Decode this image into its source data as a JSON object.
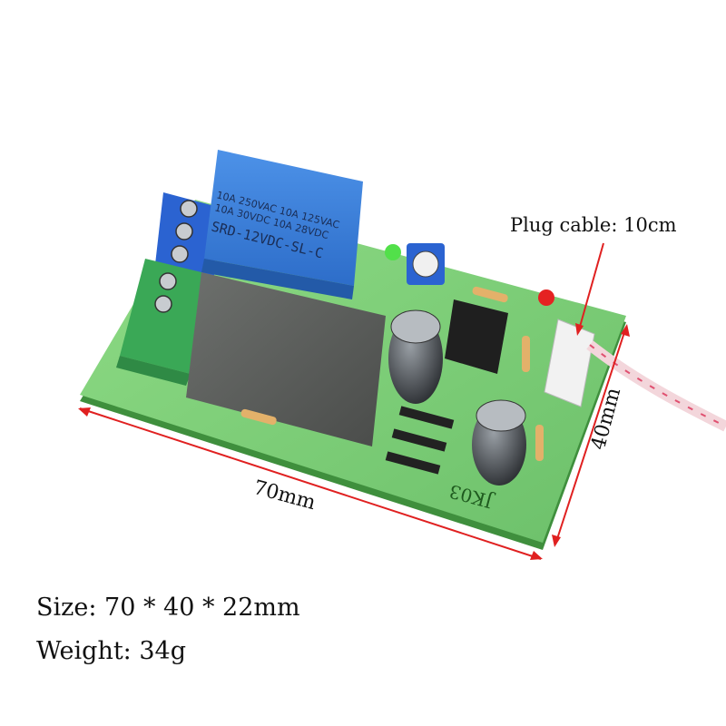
{
  "image": {
    "caption_plug": "Plug cable: 10cm",
    "dim_length": "70mm",
    "dim_width": "40mm",
    "specs": {
      "size": "Size: 70 * 40 * 22mm",
      "weight": "Weight: 34g"
    }
  },
  "colors": {
    "pcb": "#7fcf7a",
    "relay": "#3a7fd8",
    "terminal_blue": "#2b63d1",
    "terminal_green": "#3aa856",
    "capacitor_box": "#5a5d5a",
    "arrow": "#e02020"
  }
}
